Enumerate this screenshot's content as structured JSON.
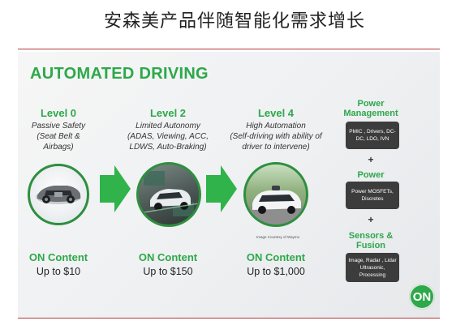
{
  "page": {
    "title": "安森美产品伴随智能化需求增长"
  },
  "slide": {
    "heading": "AUTOMATED DRIVING",
    "levels": [
      {
        "level": "Level 0",
        "desc": [
          "Passive Safety",
          "(Seat Belt &",
          "Airbags)"
        ],
        "on_content": "ON Content",
        "value": "Up to $10"
      },
      {
        "level": "Level 2",
        "desc": [
          "Limited Autonomy",
          "(ADAS, Viewing, ACC,",
          "LDWS, Auto-Braking)"
        ],
        "on_content": "ON Content",
        "value": "Up to $150"
      },
      {
        "level": "Level 4",
        "desc": [
          "High Automation",
          "(Self-driving with ability of",
          "driver to intervene)"
        ],
        "on_content": "ON Content",
        "value": "Up to $1,000"
      }
    ],
    "image_credit": "Image Courtesy of Waymo",
    "side": {
      "power_management_title": [
        "Power",
        "Management"
      ],
      "power_management_box": [
        "PMIC , Drivers, DC-",
        "DC, LDO, IVN"
      ],
      "plus_1": "+",
      "power_title": "Power",
      "power_box": [
        "Power MOSFETs,",
        "Discretes"
      ],
      "plus_2": "+",
      "sensors_title": [
        "Sensors &",
        "Fusion"
      ],
      "sensors_box": [
        "Image, Radar , Lidar",
        "Ultrasonic,",
        "Processing"
      ]
    },
    "logo_text": "ON",
    "colors": {
      "brand_green": "#2da84a",
      "dark_green": "#2e8f3e",
      "box_gray": "#3c3c3c",
      "rule_red": "#b03a3a"
    }
  }
}
